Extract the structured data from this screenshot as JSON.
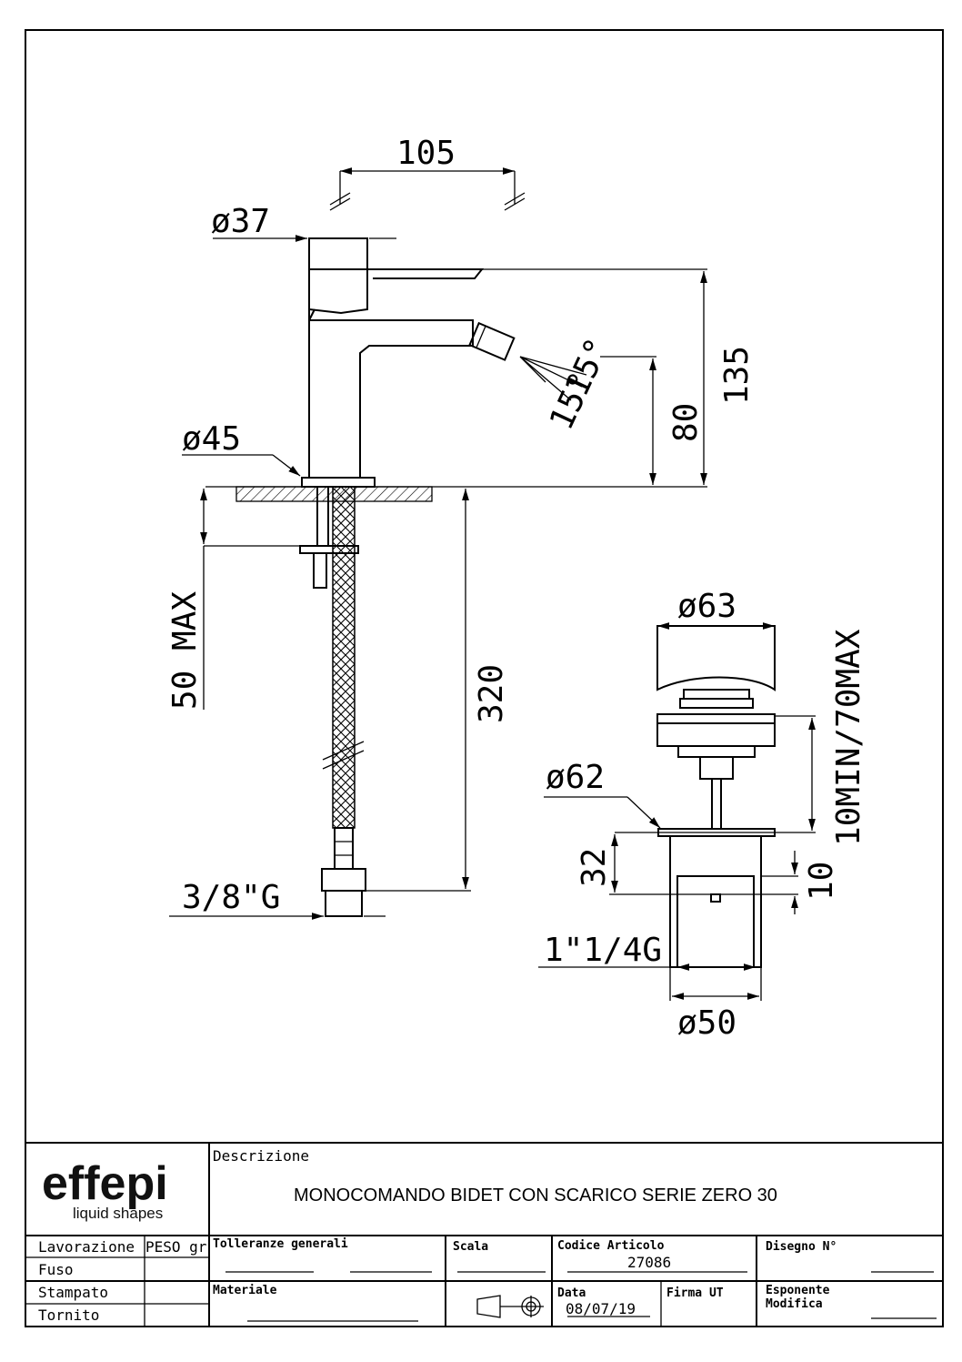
{
  "drawing": {
    "dimensions": {
      "d105": "105",
      "d37": "ø37",
      "d45": "ø45",
      "d135": "135",
      "d80": "80",
      "angle1": "15°",
      "angle2": "15°",
      "d50max": "50 MAX",
      "d320": "320",
      "thread38": "3/8\"G",
      "d63": "ø63",
      "d10min70max": "10MIN/70MAX",
      "d62": "ø62",
      "d32": "32",
      "d10": "10",
      "thread114": "1\"1/4G",
      "d50": "ø50"
    }
  },
  "title_block": {
    "logo_main": "effepi",
    "logo_sub": "liquid shapes",
    "descrizione_label": "Descrizione",
    "description": "MONOCOMANDO BIDET CON SCARICO SERIE ZERO 30",
    "lavorazione": "Lavorazione",
    "peso": "PESO gr",
    "fuso": "Fuso",
    "stampato": "Stampato",
    "tornito": "Tornito",
    "tolleranze": "Tolleranze generali",
    "scala": "Scala",
    "codice_label": "Codice Articolo",
    "codice_value": "27086",
    "disegno": "Disegno N°",
    "materiale": "Materiale",
    "data_label": "Data",
    "data_value": "08/07/19",
    "firma": "Firma UT",
    "esponente": "Esponente",
    "modifica": "Modifica"
  }
}
